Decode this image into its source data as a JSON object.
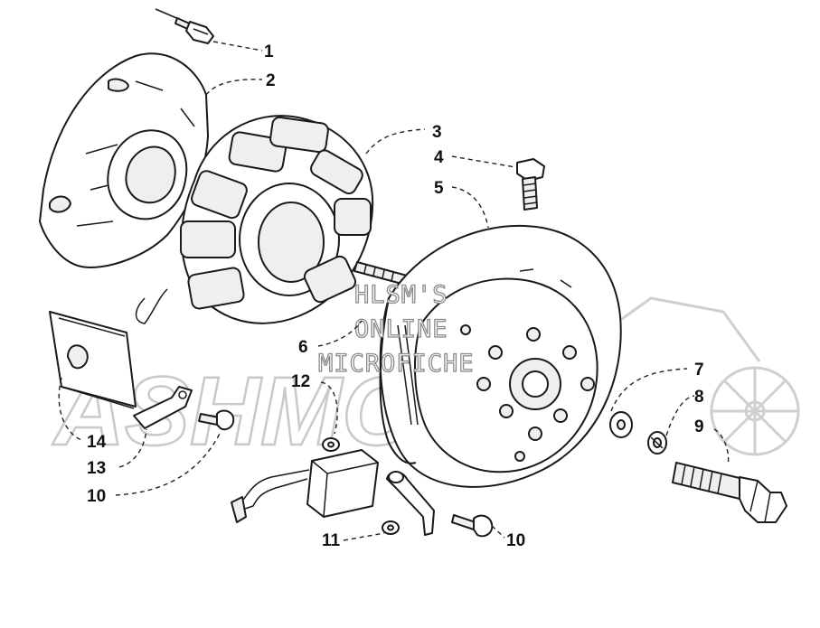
{
  "watermark": {
    "line1": "HLSM'S",
    "line2": "ONLINE",
    "line3": "MICROFICHE",
    "logo": "ASHMOTO"
  },
  "callouts": {
    "c1": "1",
    "c2": "2",
    "c3": "3",
    "c4": "4",
    "c5": "5",
    "c6": "6",
    "c7": "7",
    "c8": "8",
    "c9": "9",
    "c10a": "10",
    "c10b": "10",
    "c11": "11",
    "c12": "12",
    "c13": "13",
    "c14": "14"
  }
}
